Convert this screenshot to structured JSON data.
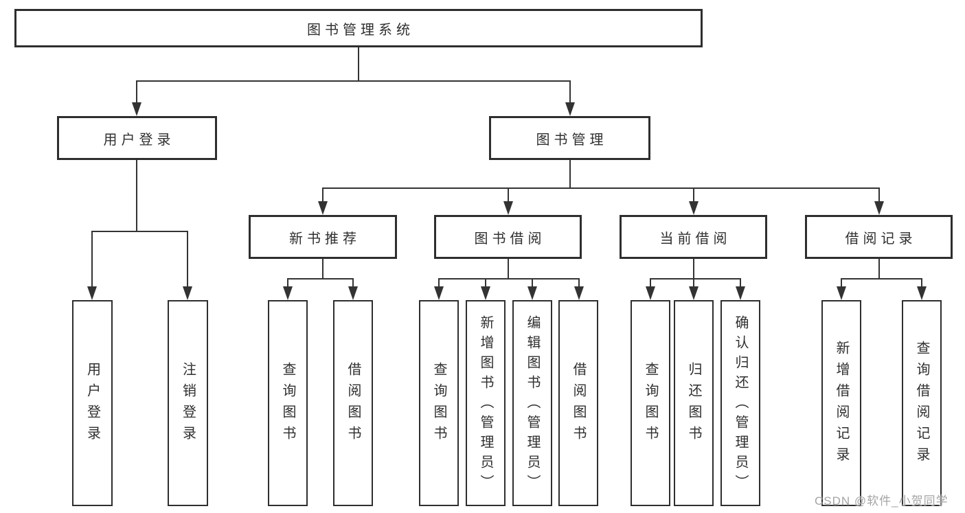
{
  "diagram": {
    "watermark": "CSDN @软件_小贺同学",
    "colors": {
      "line": "#333333",
      "box_border": "#2e2e2e",
      "box_background": "#ffffff",
      "text": "#2f2f2f",
      "watermark": "#a4a4a4"
    },
    "tree": {
      "label": "图书管理系统",
      "children": [
        {
          "label": "用户登录",
          "children": [
            {
              "label": "用户登录"
            },
            {
              "label": "注销登录"
            }
          ]
        },
        {
          "label": "图书管理",
          "children": [
            {
              "label": "新书推荐",
              "children": [
                {
                  "label": "查询图书"
                },
                {
                  "label": "借阅图书"
                }
              ]
            },
            {
              "label": "图书借阅",
              "children": [
                {
                  "label": "查询图书"
                },
                {
                  "label": "新增图书（管理员）"
                },
                {
                  "label": "编辑图书（管理员）"
                },
                {
                  "label": "借阅图书"
                }
              ]
            },
            {
              "label": "当前借阅",
              "children": [
                {
                  "label": "查询图书"
                },
                {
                  "label": "归还图书"
                },
                {
                  "label": "确认归还（管理员）"
                }
              ]
            },
            {
              "label": "借阅记录",
              "children": [
                {
                  "label": "新增借阅记录"
                },
                {
                  "label": "查询借阅记录"
                }
              ]
            }
          ]
        }
      ]
    }
  }
}
